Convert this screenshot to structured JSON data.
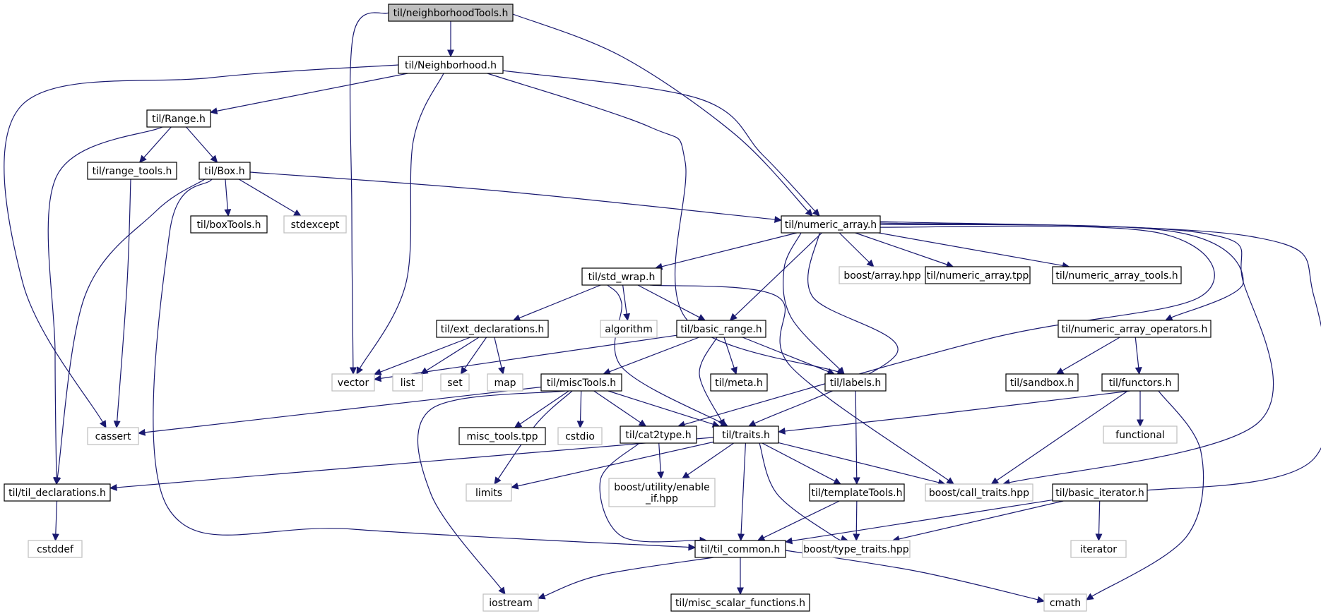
{
  "diagram": {
    "colors": {
      "edge": "#191970",
      "root_fill": "#bfbfbf",
      "local_border": "#000000",
      "ext_border": "#bfbfbf"
    },
    "nodes": [
      {
        "id": "neighborhoodTools",
        "label": "til/neighborhoodTools.h",
        "kind": "root"
      },
      {
        "id": "Neighborhood",
        "label": "til/Neighborhood.h",
        "kind": "local"
      },
      {
        "id": "Range",
        "label": "til/Range.h",
        "kind": "local"
      },
      {
        "id": "range_tools",
        "label": "til/range_tools.h",
        "kind": "local"
      },
      {
        "id": "Box",
        "label": "til/Box.h",
        "kind": "local"
      },
      {
        "id": "boxTools",
        "label": "til/boxTools.h",
        "kind": "local"
      },
      {
        "id": "stdexcept",
        "label": "stdexcept",
        "kind": "ext"
      },
      {
        "id": "numeric_array",
        "label": "til/numeric_array.h",
        "kind": "local"
      },
      {
        "id": "boost_array",
        "label": "boost/array.hpp",
        "kind": "ext"
      },
      {
        "id": "numeric_array_tpp",
        "label": "til/numeric_array.tpp",
        "kind": "local"
      },
      {
        "id": "numeric_array_tools",
        "label": "til/numeric_array_tools.h",
        "kind": "local"
      },
      {
        "id": "std_wrap",
        "label": "til/std_wrap.h",
        "kind": "local"
      },
      {
        "id": "ext_declarations",
        "label": "til/ext_declarations.h",
        "kind": "local"
      },
      {
        "id": "algorithm",
        "label": "algorithm",
        "kind": "ext"
      },
      {
        "id": "basic_range",
        "label": "til/basic_range.h",
        "kind": "local"
      },
      {
        "id": "numeric_array_operators",
        "label": "til/numeric_array_operators.h",
        "kind": "local"
      },
      {
        "id": "vector",
        "label": "vector",
        "kind": "ext"
      },
      {
        "id": "list",
        "label": "list",
        "kind": "ext"
      },
      {
        "id": "set",
        "label": "set",
        "kind": "ext"
      },
      {
        "id": "map",
        "label": "map",
        "kind": "ext"
      },
      {
        "id": "miscTools",
        "label": "til/miscTools.h",
        "kind": "local"
      },
      {
        "id": "meta",
        "label": "til/meta.h",
        "kind": "local"
      },
      {
        "id": "labels",
        "label": "til/labels.h",
        "kind": "local"
      },
      {
        "id": "sandbox",
        "label": "til/sandbox.h",
        "kind": "local"
      },
      {
        "id": "functors",
        "label": "til/functors.h",
        "kind": "local"
      },
      {
        "id": "cassert",
        "label": "cassert",
        "kind": "ext"
      },
      {
        "id": "misc_tools_tpp",
        "label": "misc_tools.tpp",
        "kind": "local"
      },
      {
        "id": "cstdio",
        "label": "cstdio",
        "kind": "ext"
      },
      {
        "id": "cat2type",
        "label": "til/cat2type.h",
        "kind": "local"
      },
      {
        "id": "traits",
        "label": "til/traits.h",
        "kind": "local"
      },
      {
        "id": "functional",
        "label": "functional",
        "kind": "ext"
      },
      {
        "id": "til_declarations",
        "label": "til/til_declarations.h",
        "kind": "local"
      },
      {
        "id": "limits",
        "label": "limits",
        "kind": "ext"
      },
      {
        "id": "enable_if",
        "label": "boost/utility/enable\n_if.hpp",
        "kind": "ext"
      },
      {
        "id": "templateTools",
        "label": "til/templateTools.h",
        "kind": "local"
      },
      {
        "id": "call_traits",
        "label": "boost/call_traits.hpp",
        "kind": "ext"
      },
      {
        "id": "basic_iterator",
        "label": "til/basic_iterator.h",
        "kind": "local"
      },
      {
        "id": "cstddef",
        "label": "cstddef",
        "kind": "ext"
      },
      {
        "id": "til_common",
        "label": "til/til_common.h",
        "kind": "local"
      },
      {
        "id": "type_traits",
        "label": "boost/type_traits.hpp",
        "kind": "ext"
      },
      {
        "id": "iterator",
        "label": "iterator",
        "kind": "ext"
      },
      {
        "id": "iostream",
        "label": "iostream",
        "kind": "ext"
      },
      {
        "id": "misc_scalar_functions",
        "label": "til/misc_scalar_functions.h",
        "kind": "local"
      },
      {
        "id": "cmath",
        "label": "cmath",
        "kind": "ext"
      }
    ],
    "edges": [
      [
        "neighborhoodTools",
        "Neighborhood"
      ],
      [
        "neighborhoodTools",
        "vector"
      ],
      [
        "neighborhoodTools",
        "numeric_array"
      ],
      [
        "Neighborhood",
        "Range"
      ],
      [
        "Neighborhood",
        "cassert"
      ],
      [
        "Neighborhood",
        "vector"
      ],
      [
        "Neighborhood",
        "labels"
      ],
      [
        "Neighborhood",
        "numeric_array"
      ],
      [
        "Range",
        "range_tools"
      ],
      [
        "Range",
        "Box"
      ],
      [
        "Range",
        "til_declarations"
      ],
      [
        "range_tools",
        "cassert"
      ],
      [
        "Box",
        "boxTools"
      ],
      [
        "Box",
        "stdexcept"
      ],
      [
        "Box",
        "numeric_array"
      ],
      [
        "Box",
        "til_declarations"
      ],
      [
        "Box",
        "til_common"
      ],
      [
        "numeric_array",
        "std_wrap"
      ],
      [
        "numeric_array",
        "basic_range"
      ],
      [
        "numeric_array",
        "labels"
      ],
      [
        "numeric_array",
        "traits"
      ],
      [
        "numeric_array",
        "boost_array"
      ],
      [
        "numeric_array",
        "numeric_array_tpp"
      ],
      [
        "numeric_array",
        "numeric_array_tools"
      ],
      [
        "numeric_array",
        "cat2type"
      ],
      [
        "numeric_array",
        "numeric_array_operators"
      ],
      [
        "numeric_array",
        "call_traits"
      ],
      [
        "numeric_array",
        "basic_iterator"
      ],
      [
        "std_wrap",
        "ext_declarations"
      ],
      [
        "std_wrap",
        "algorithm"
      ],
      [
        "std_wrap",
        "basic_range"
      ],
      [
        "std_wrap",
        "traits"
      ],
      [
        "std_wrap",
        "call_traits"
      ],
      [
        "ext_declarations",
        "vector"
      ],
      [
        "ext_declarations",
        "list"
      ],
      [
        "ext_declarations",
        "set"
      ],
      [
        "ext_declarations",
        "map"
      ],
      [
        "basic_range",
        "vector"
      ],
      [
        "basic_range",
        "miscTools"
      ],
      [
        "basic_range",
        "meta"
      ],
      [
        "basic_range",
        "labels"
      ],
      [
        "basic_range",
        "traits"
      ],
      [
        "numeric_array_operators",
        "sandbox"
      ],
      [
        "numeric_array_operators",
        "functors"
      ],
      [
        "miscTools",
        "cassert"
      ],
      [
        "miscTools",
        "misc_tools_tpp"
      ],
      [
        "miscTools",
        "cstdio"
      ],
      [
        "miscTools",
        "cat2type"
      ],
      [
        "miscTools",
        "traits"
      ],
      [
        "miscTools",
        "limits"
      ],
      [
        "miscTools",
        "iostream"
      ],
      [
        "labels",
        "templateTools"
      ],
      [
        "functors",
        "traits"
      ],
      [
        "functors",
        "functional"
      ],
      [
        "functors",
        "call_traits"
      ],
      [
        "functors",
        "cmath"
      ],
      [
        "cat2type",
        "enable_if"
      ],
      [
        "cat2type",
        "til_common"
      ],
      [
        "traits",
        "til_declarations"
      ],
      [
        "traits",
        "limits"
      ],
      [
        "traits",
        "enable_if"
      ],
      [
        "traits",
        "templateTools"
      ],
      [
        "traits",
        "call_traits"
      ],
      [
        "traits",
        "til_common"
      ],
      [
        "traits",
        "type_traits"
      ],
      [
        "til_declarations",
        "cstddef"
      ],
      [
        "templateTools",
        "til_common"
      ],
      [
        "templateTools",
        "type_traits"
      ],
      [
        "basic_iterator",
        "til_common"
      ],
      [
        "basic_iterator",
        "type_traits"
      ],
      [
        "basic_iterator",
        "iterator"
      ],
      [
        "til_common",
        "iostream"
      ],
      [
        "til_common",
        "misc_scalar_functions"
      ],
      [
        "til_common",
        "cmath"
      ]
    ]
  }
}
